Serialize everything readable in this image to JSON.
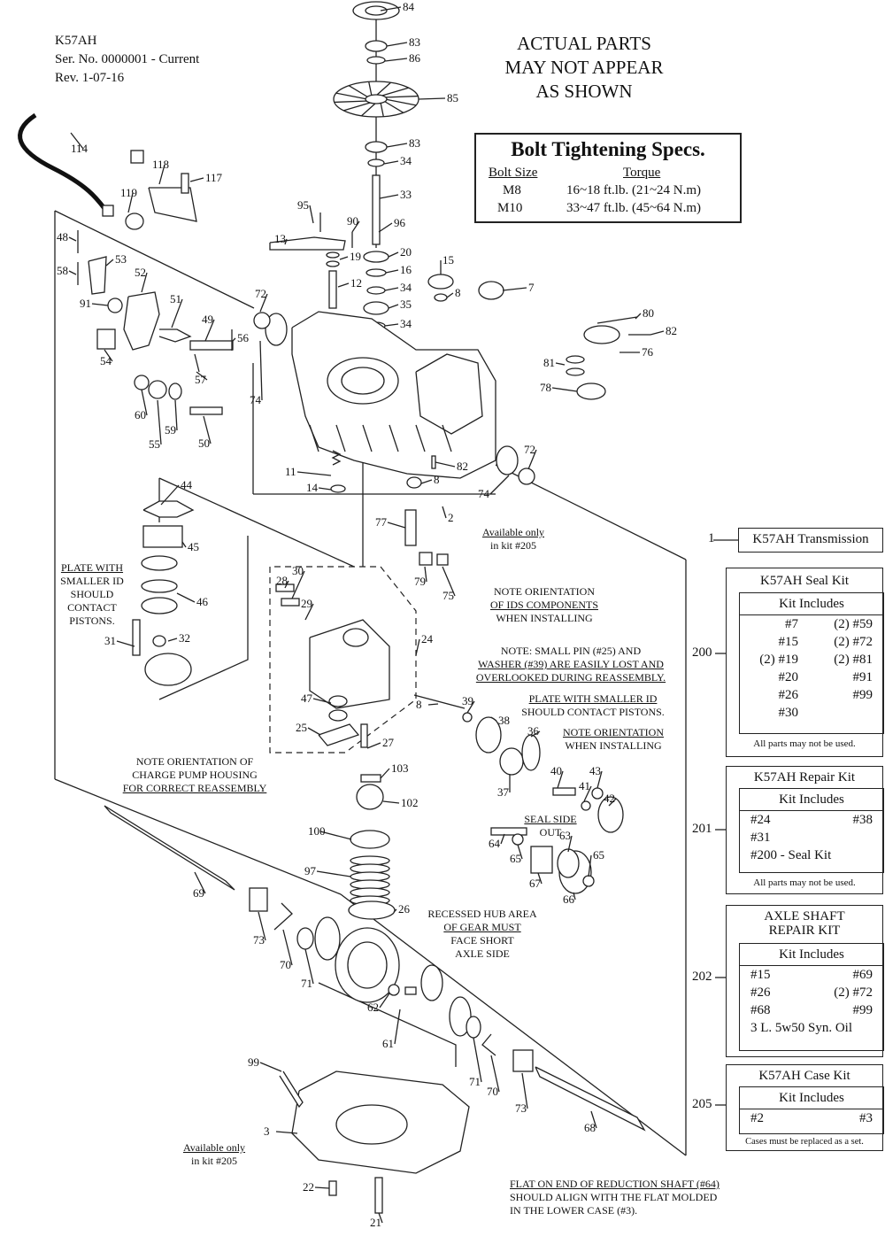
{
  "header": {
    "model": "K57AH",
    "serial": "Ser. No. 0000001 - Current",
    "revision": "Rev. 1-07-16"
  },
  "banner": [
    "ACTUAL PARTS",
    "MAY NOT APPEAR",
    "AS SHOWN"
  ],
  "bolt_specs": {
    "title": "Bolt Tightening Specs.",
    "col_size": "Bolt Size",
    "col_torque": "Torque",
    "rows": [
      {
        "size": "M8",
        "torque": "16~18 ft.lb. (21~24 N.m)"
      },
      {
        "size": "M10",
        "torque": "33~47 ft.lb. (45~64 N.m)"
      }
    ]
  },
  "kits": {
    "transmission": {
      "number": "1",
      "label": "K57AH Transmission"
    },
    "seal": {
      "number": "200",
      "title": "K57AH Seal Kit",
      "includes": "Kit Includes",
      "rows": [
        [
          "#7",
          "(2) #59"
        ],
        [
          "#15",
          "(2) #72"
        ],
        [
          "(2) #19",
          "(2) #81"
        ],
        [
          "#20",
          "#91"
        ],
        [
          "#26",
          "#99"
        ],
        [
          "#30",
          ""
        ]
      ],
      "note": "All parts may not be used."
    },
    "repair": {
      "number": "201",
      "title": "K57AH Repair Kit",
      "includes": "Kit Includes",
      "rows": [
        [
          "#24",
          "#38"
        ],
        [
          "#31",
          ""
        ],
        [
          "#200 - Seal Kit",
          ""
        ]
      ],
      "note": "All parts may not be used."
    },
    "axle": {
      "number": "202",
      "title_1": "AXLE SHAFT",
      "title_2": "REPAIR KIT",
      "includes": "Kit Includes",
      "rows": [
        [
          "#15",
          "#69"
        ],
        [
          "#26",
          "(2) #72"
        ],
        [
          "#68",
          "#99"
        ],
        [
          "3 L. 5w50 Syn. Oil",
          ""
        ]
      ]
    },
    "case": {
      "number": "205",
      "title": "K57AH Case Kit",
      "includes": "Kit Includes",
      "rows": [
        [
          "#2",
          "#3"
        ]
      ],
      "note": "Cases must be replaced as a set."
    }
  },
  "notes": {
    "avail_upper": [
      "Available only",
      "in kit #205"
    ],
    "avail_lower": [
      "Available only",
      "in kit #205"
    ],
    "ids_orientation": [
      "NOTE ORIENTATION",
      "OF IDS COMPONENTS",
      "WHEN INSTALLING"
    ],
    "small_pin": [
      "NOTE: SMALL PIN (#25) AND",
      "WASHER (#39) ARE EASILY LOST AND",
      "OVERLOOKED DURING REASSEMBLY."
    ],
    "plate_right": [
      "PLATE WITH SMALLER ID",
      "SHOULD CONTACT PISTONS."
    ],
    "note_orient_right": [
      "NOTE ORIENTATION",
      "WHEN INSTALLING"
    ],
    "plate_left": [
      "PLATE WITH",
      "SMALLER ID",
      "SHOULD",
      "CONTACT",
      "PISTONS."
    ],
    "charge_pump": [
      "NOTE ORIENTATION OF",
      "CHARGE PUMP HOUSING",
      "FOR CORRECT REASSEMBLY"
    ],
    "seal_side": [
      "SEAL SIDE",
      "OUT"
    ],
    "recessed_hub": [
      "RECESSED HUB AREA",
      "OF GEAR MUST",
      "FACE SHORT",
      "AXLE SIDE"
    ],
    "flat_end": [
      "FLAT ON END OF REDUCTION SHAFT (#64)",
      "SHOULD ALIGN WITH THE FLAT MOLDED",
      "IN THE LOWER CASE (#3)."
    ]
  },
  "callouts": [
    "84",
    "83",
    "86",
    "85",
    "83",
    "34",
    "33",
    "96",
    "20",
    "16",
    "34",
    "35",
    "34",
    "114",
    "118",
    "117",
    "119",
    "95",
    "90",
    "13",
    "19",
    "12",
    "15",
    "8",
    "7",
    "80",
    "82",
    "76",
    "81",
    "78",
    "48",
    "53",
    "58",
    "52",
    "91",
    "51",
    "49",
    "56",
    "54",
    "57",
    "72",
    "74",
    "60",
    "55",
    "59",
    "50",
    "11",
    "82",
    "14",
    "8",
    "72",
    "74",
    "2",
    "77",
    "44",
    "45",
    "46",
    "32",
    "31",
    "79",
    "75",
    "28",
    "30",
    "29",
    "24",
    "8",
    "47",
    "25",
    "39",
    "38",
    "36",
    "27",
    "103",
    "102",
    "100",
    "97",
    "69",
    "26",
    "73",
    "70",
    "71",
    "62",
    "61",
    "71",
    "70",
    "73",
    "68",
    "99",
    "3",
    "22",
    "21",
    "37",
    "40",
    "41",
    "43",
    "42",
    "64",
    "65",
    "63",
    "65",
    "67",
    "66"
  ]
}
